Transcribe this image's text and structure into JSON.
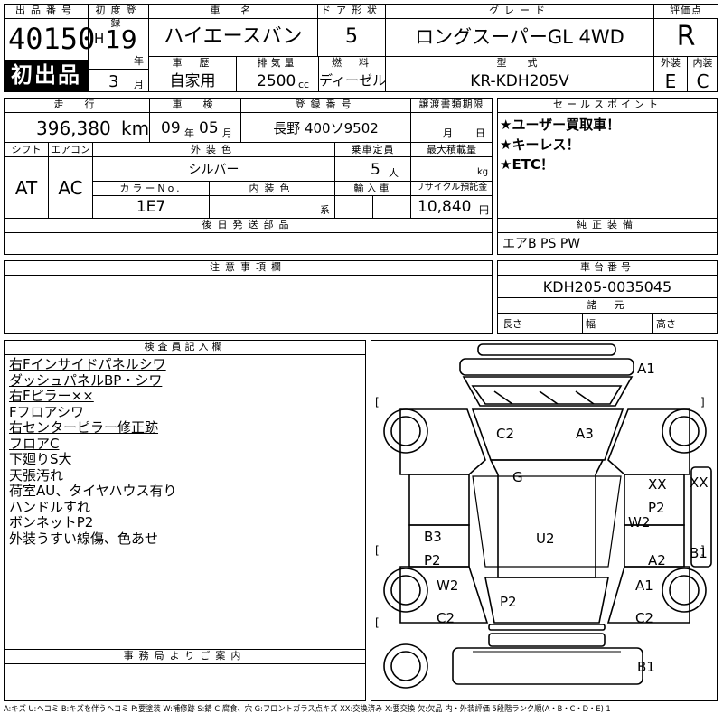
{
  "top": {
    "lot_label": "出品番号",
    "lot_number": "40150",
    "first_listing_badge": "初出品",
    "reg_year_label": "初度登録",
    "era": "H",
    "year": "19",
    "year_unit": "年",
    "month": "3",
    "month_unit": "月",
    "car_name_label": "車　名",
    "car_name": "ハイエースバン",
    "door_label": "ドア形状",
    "doors": "5",
    "grade_label": "グレード",
    "grade": "ロングスーパーGL 4WD",
    "score_label": "評価点",
    "score": "R",
    "history_label": "車　歴",
    "history": "自家用",
    "displacement_label": "排気量",
    "displacement": "2500",
    "displacement_unit": "cc",
    "fuel_label": "燃　料",
    "fuel": "ディーゼル",
    "model_label": "型　式",
    "model_code": "KR-KDH205V",
    "exterior_label": "外装",
    "interior_label": "内装",
    "exterior_grade": "E",
    "interior_grade": "C"
  },
  "row2": {
    "mileage_label": "走　行",
    "mileage": "396,380",
    "mileage_unit": "km",
    "inspection_label": "車　検",
    "insp_year": "09",
    "insp_year_unit": "年",
    "insp_month": "05",
    "insp_month_unit": "月",
    "reg_no_label": "登録番号",
    "reg_no": "長野 400ソ9502",
    "transfer_label": "譲渡書類期限",
    "transfer_month_unit": "月",
    "transfer_day_unit": "日",
    "shift_label": "シフト",
    "aircon_label": "エアコン",
    "shift": "AT",
    "aircon": "AC",
    "color_label": "外装色",
    "color": "シルバー",
    "capacity_label": "乗車定員",
    "capacity": "5",
    "capacity_unit": "人",
    "load_label": "最大積載量",
    "load_unit": "kg",
    "color_no_label": "カラーNo.",
    "color_no": "1E7",
    "interior_color_label": "内装色",
    "interior_color_unit": "系",
    "import_label": "輸入車",
    "recycle_label": "リサイクル預託金",
    "recycle": "10,840",
    "recycle_unit": "円",
    "later_parts_label": "後日発送部品"
  },
  "sales": {
    "label": "セールスポイント",
    "points": [
      "★ユーザー買取車！",
      "★キーレス！",
      "★ETC！"
    ]
  },
  "equipment": {
    "label": "純正装備",
    "value": "エアB PS PW"
  },
  "notes_label": "注意事項欄",
  "chassis": {
    "label": "車台番号",
    "value": "KDH205-0035045",
    "dims_label": "諸　元",
    "length_label": "長さ",
    "width_label": "幅",
    "height_label": "高さ"
  },
  "inspector": {
    "label": "検査員記入欄",
    "lines": [
      {
        "text": "右Fインサイドパネルシワ",
        "underline": true
      },
      {
        "text": "ダッシュパネルBP・シワ",
        "underline": true
      },
      {
        "text": "右Fピラー××",
        "underline": true
      },
      {
        "text": "Fフロアシワ",
        "underline": true
      },
      {
        "text": "右センターピラー修正跡",
        "underline": true
      },
      {
        "text": "フロアC",
        "underline": true
      },
      {
        "text": "下廻りS大",
        "underline": true
      },
      {
        "text": "天張汚れ",
        "underline": false
      },
      {
        "text": "荷室AU、タイヤハウス有り",
        "underline": false
      },
      {
        "text": "ハンドルすれ",
        "underline": false
      },
      {
        "text": "ボンネットP2",
        "underline": false
      },
      {
        "text": "外装うすい線傷、色あせ",
        "underline": false
      }
    ]
  },
  "office_label": "事務局よりご案内",
  "diagram": {
    "marks": {
      "a1_top": "A1",
      "c2_top": "C2",
      "a3": "A3",
      "g": "G",
      "xx_right": "XX",
      "xx_far": "XX",
      "p2_right": "P2",
      "w2_right": "W2",
      "b3": "B3",
      "p2_left": "P2",
      "u2": "U2",
      "a2": "A2",
      "b1_right": "B1",
      "w2_left": "W2",
      "a1_mid": "A1",
      "p2_bottom": "P2",
      "c2_left": "C2",
      "c2_right": "C2",
      "b1_bottom": "B1"
    },
    "brackets": [
      "[",
      "]",
      "[",
      "]",
      "[",
      "]",
      "[",
      "]",
      "[",
      "]"
    ]
  },
  "legend": "A:キズ U:ヘコミ B:キズを伴うヘコミ P:要塗装 W:補修跡 S:錆 C:腐食、穴 G:フロントガラス点キズ XX:交換済み X:要交換 欠:欠品 内・外装評価 5段階ランク順(A・B・C・D・E) 1"
}
